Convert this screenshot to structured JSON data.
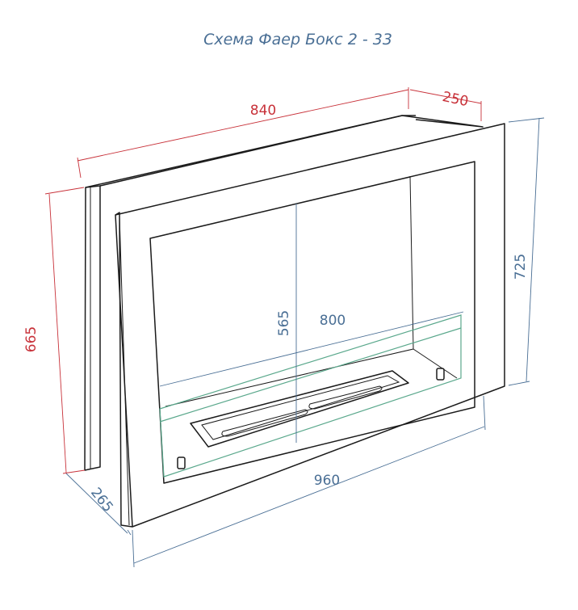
{
  "title": "Схема Фаер Бокс 2 - 33",
  "dimensions": {
    "depth_top": "250",
    "width_back": "840",
    "height_back": "665",
    "height_front": "725",
    "depth_bottom": "265",
    "width_front": "960",
    "opening_height": "565",
    "opening_width": "800"
  },
  "colors": {
    "outer_dimension": "#c8323a",
    "inner_dimension": "#4a6f95",
    "glass": "#5aa88c",
    "outline": "#1b1b1b"
  }
}
